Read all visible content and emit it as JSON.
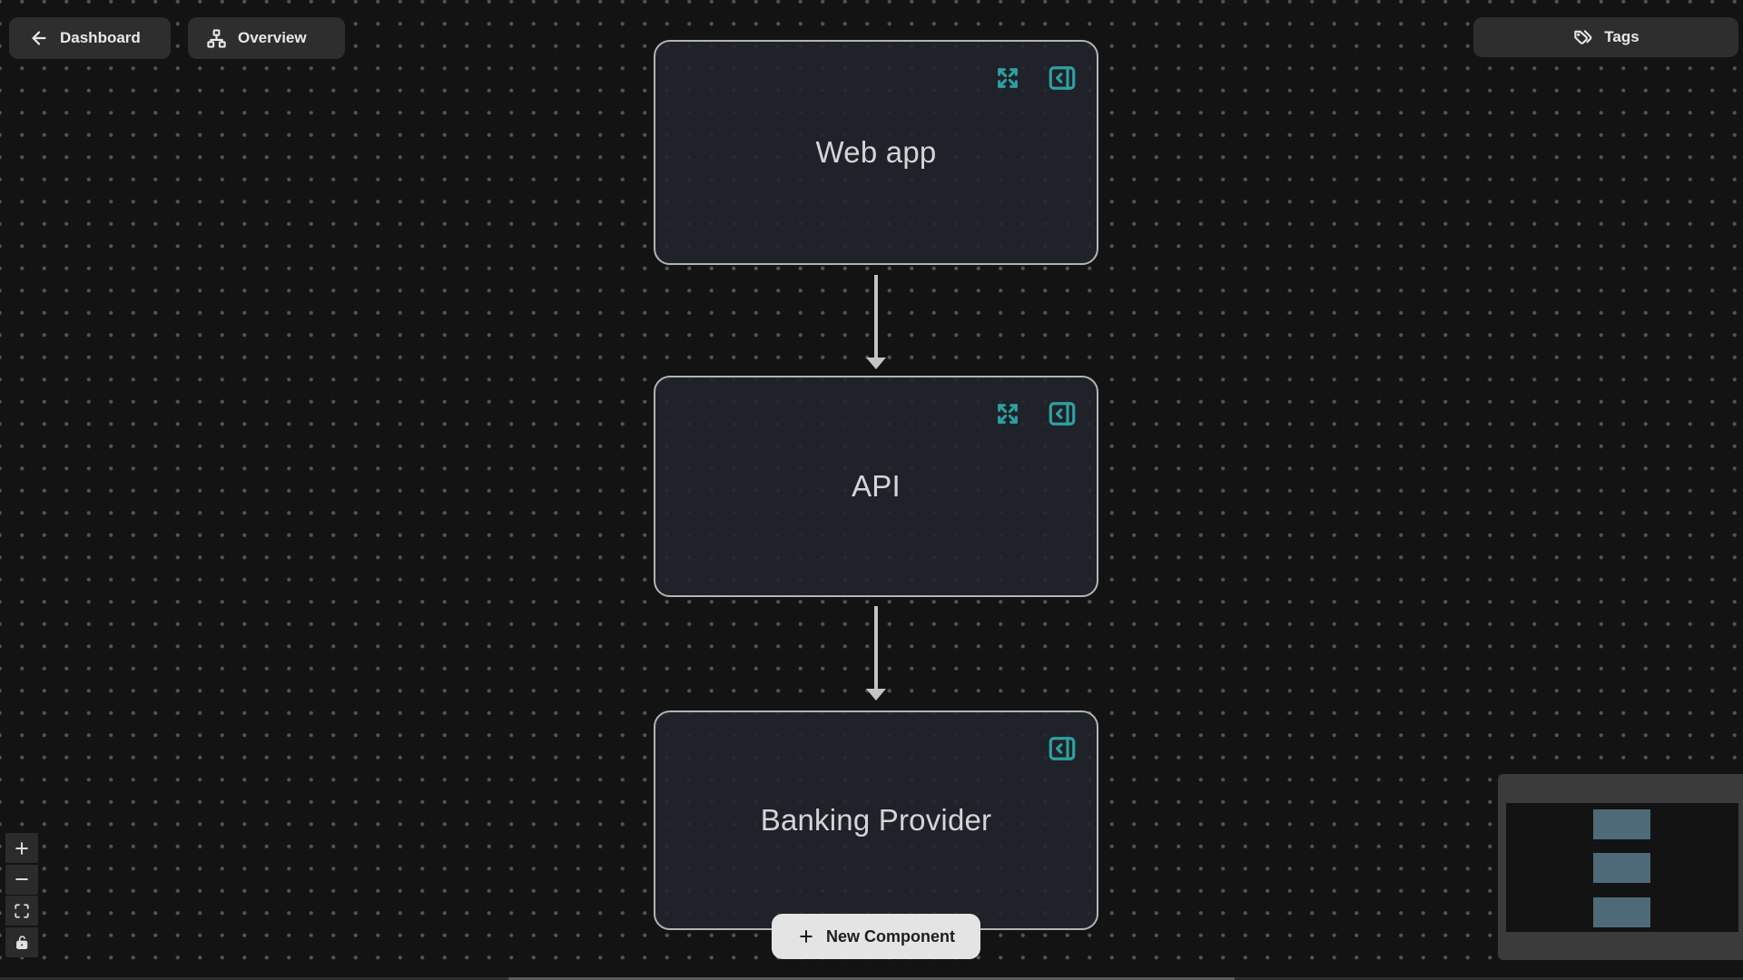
{
  "toolbar": {
    "dashboard_label": "Dashboard",
    "overview_label": "Overview",
    "tags_label": "Tags"
  },
  "diagram": {
    "nodes": [
      {
        "label": "Web app"
      },
      {
        "label": "API"
      },
      {
        "label": "Banking Provider"
      }
    ],
    "connections": [
      {
        "from": "Web app",
        "to": "API"
      },
      {
        "from": "API",
        "to": "Banking Provider"
      }
    ],
    "new_component_label": "New Component"
  },
  "view_controls": {
    "items": [
      "zoom-in",
      "zoom-out",
      "fit-view",
      "lock-toggle"
    ]
  },
  "minimap": {
    "node_count": 3
  },
  "icons": {
    "toolbar": [
      "arrow-left",
      "sitemap",
      "tags"
    ],
    "node": [
      "expand",
      "open-panel"
    ],
    "controls": [
      "plus",
      "minus",
      "fit-view",
      "lock-open"
    ]
  },
  "colors": {
    "background": "#131313",
    "accent_teal": "#2fa0a0",
    "node_fill": "#21242b",
    "node_border": "#b2b4b6",
    "edge": "#c4c4c4",
    "button_dark": "#2e2e2e",
    "button_light": "#e4e4e4",
    "minimap_panel": "#3b3b3b",
    "minimap_node": "#4e6a78"
  }
}
